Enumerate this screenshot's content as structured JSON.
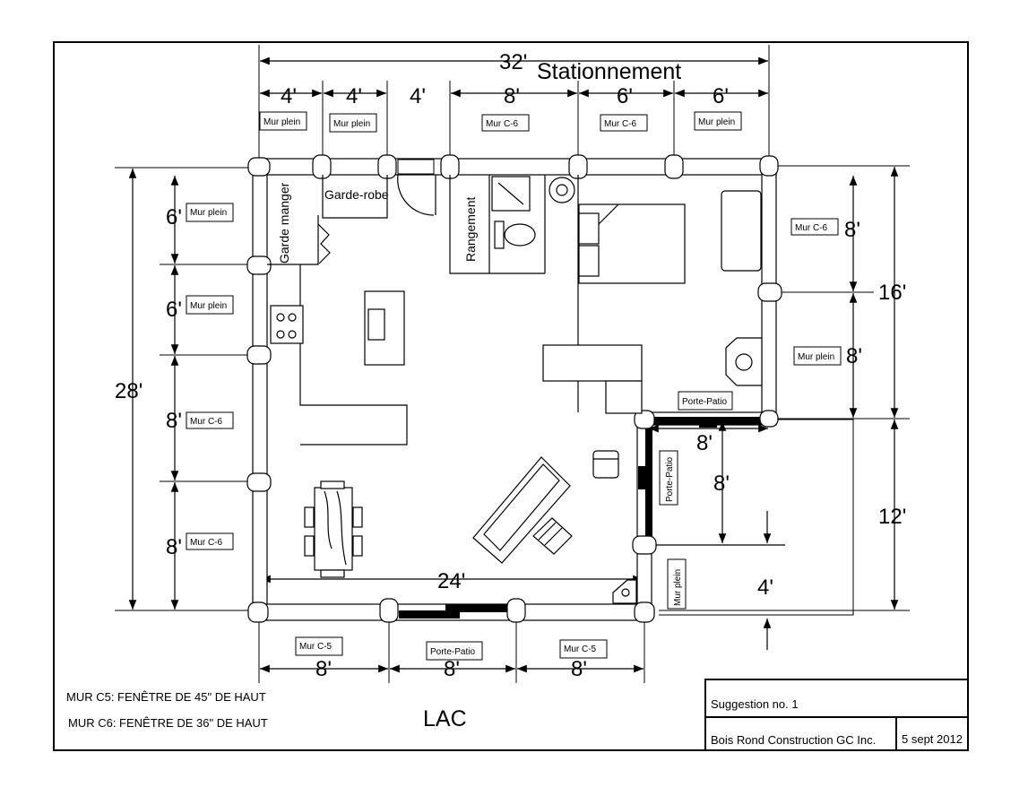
{
  "labels": {
    "parking": "Stationnement",
    "lake": "LAC",
    "closet": "Garde-robe",
    "pantry": "Garde manger",
    "storage": "Rangement",
    "patio_top": "Porte-Patio",
    "patio_side": "Porte-Patio",
    "patio_bottom": "Porte-Patio",
    "wall_plain": "Mur plein",
    "wall_c6": "Mur C-6",
    "wall_c5": "Mur  C-5"
  },
  "dimensions": {
    "top_total": "32'",
    "top_1": "4'",
    "top_2": "4'",
    "top_3": "4'",
    "top_4": "8'",
    "top_5": "6'",
    "top_6": "6'",
    "left_total": "28'",
    "left_1": "6'",
    "left_2": "6'",
    "left_3": "8'",
    "left_4": "8'",
    "right_total": "16'",
    "right_1": "8'",
    "right_2": "8'",
    "deck_right": "12'",
    "deck_width": "8'",
    "deck_depth": "8'",
    "deck_small": "4'",
    "inner_width": "24'",
    "bottom_1": "8'",
    "bottom_2": "8'",
    "bottom_3": "8'"
  },
  "notes": {
    "c5": "MUR C5: FENÊTRE DE 45\" DE HAUT",
    "c6": "MUR C6: FENÊTRE DE 36\" DE HAUT"
  },
  "title_block": {
    "suggestion": "Suggestion no. 1",
    "company": "Bois Rond Construction GC Inc.",
    "date": "5 sept 2012"
  }
}
